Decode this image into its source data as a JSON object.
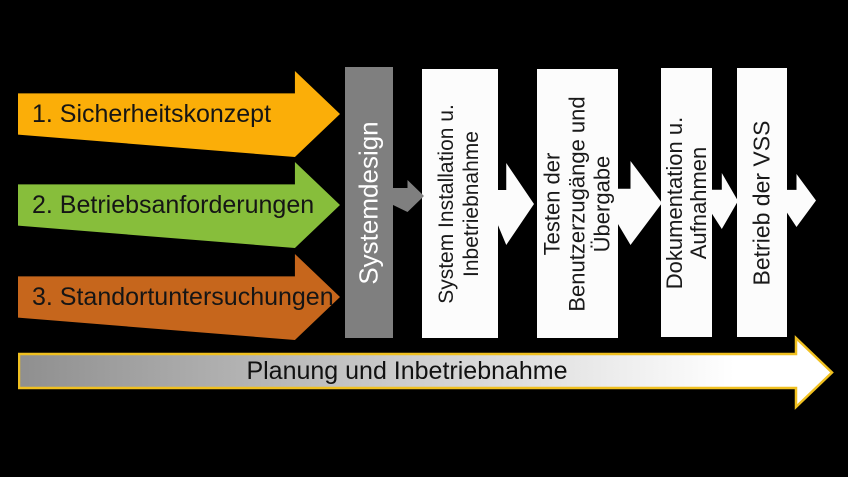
{
  "diagram": {
    "background": "#000000",
    "inputs": [
      {
        "label": "1. Sicherheitskonzept",
        "color": "#FBAE08"
      },
      {
        "label": "2. Betriebsanforderungen",
        "color": "#87BE3B"
      },
      {
        "label": "3. Standortuntersuchungen",
        "color": "#C6661C"
      }
    ],
    "stages": [
      {
        "label": "Systemdesign",
        "fill": "#7F7F7F",
        "text_color": "#FFFFFF"
      },
      {
        "label": "System Installation u.\nInbetriebnahme",
        "fill": "#FCFCFC",
        "text_color": "#1A1A1A"
      },
      {
        "label": "Testen der\nBenutzerzugänge und\nÜbergabe",
        "fill": "#FCFCFC",
        "text_color": "#1A1A1A"
      },
      {
        "label": "Dokumentation u.\nAufnahmen",
        "fill": "#FCFCFC",
        "text_color": "#1A1A1A"
      },
      {
        "label": "Betrieb der VSS",
        "fill": "#FCFCFC",
        "text_color": "#1A1A1A"
      }
    ],
    "connector_colors": {
      "gray": "#7F7F7F",
      "white": "#FCFCFC"
    },
    "timeline": {
      "label": "Planung und Inbetriebnahme",
      "outline": "#F0C020",
      "gradient_start": "#8F8F8F",
      "gradient_mid": "#D6D6D6",
      "gradient_end": "#FFFFFF",
      "text_color": "#111111"
    }
  }
}
